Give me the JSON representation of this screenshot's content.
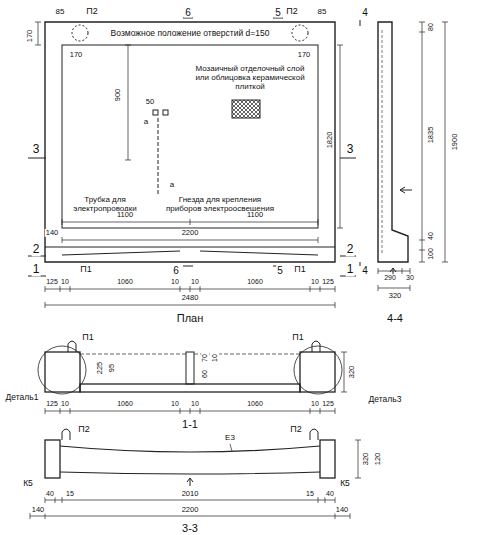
{
  "diagram": {
    "labels": [
      "85",
      "П2",
      "6",
      "П2",
      "85",
      "5",
      "4",
      "170",
      "170",
      "Возможное положение отверстий d=150",
      "170",
      "900",
      "50",
      "а",
      "Мозаичный отделочный слой или облицовка керамической плиткой",
      "3",
      "3",
      "1820",
      "Трубка для электропроводки",
      "Гнезда для крепления приборов электроосвещения",
      "а",
      "1100",
      "1100",
      "2200",
      "140",
      "2",
      "2",
      "П1",
      "П1",
      "6",
      "5",
      "4",
      "1",
      "1",
      "125",
      "10",
      "1060",
      "10",
      "10",
      "1060",
      "10",
      "125",
      "2480",
      "План",
      "1900",
      "80",
      "1835",
      "40",
      "100",
      "290",
      "30",
      "320",
      "4-4",
      "П1",
      "П1",
      "225",
      "95",
      "70",
      "10",
      "60",
      "320",
      "Деталь1",
      "Деталь3",
      "125",
      "10",
      "1060",
      "10",
      "10",
      "1060",
      "10",
      "125",
      "1-1",
      "П2",
      "П2",
      "Е3",
      "К5",
      "К5",
      "320",
      "120",
      "40",
      "15",
      "2010",
      "15",
      "40",
      "140",
      "2200",
      "140",
      "3-3"
    ]
  }
}
